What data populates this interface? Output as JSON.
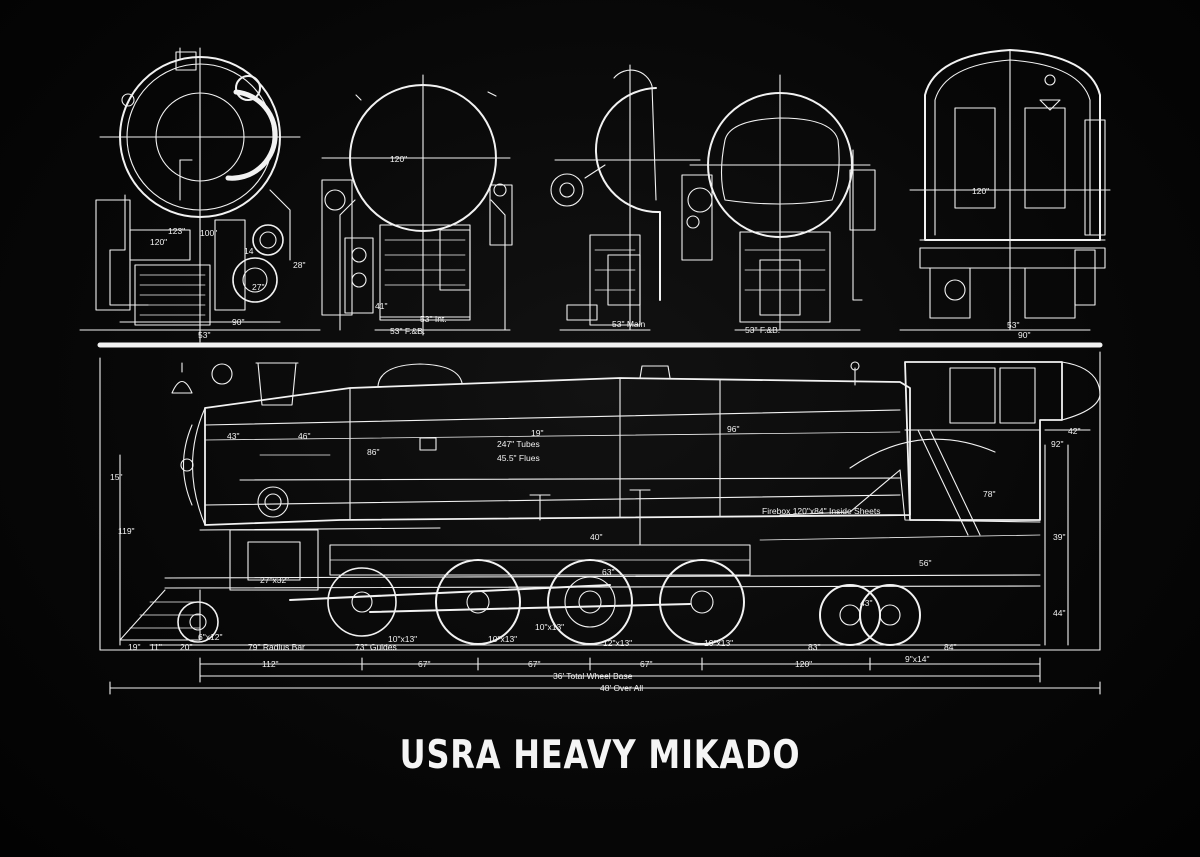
{
  "title": "USRA HEAVY MIKADO",
  "colors": {
    "background": "#050505",
    "lines": "#f2f2f2"
  },
  "end_views": {
    "view1": [
      "123\"",
      "120\"",
      "100\"",
      "14",
      "28\"",
      "27\"",
      "90\"",
      "53\""
    ],
    "view2": [
      "120\"",
      "41\"",
      "53\" Int.",
      "53\" F.&B."
    ],
    "view3": [
      "53\" Main"
    ],
    "view4": [
      "53\" F.&B."
    ],
    "view5": [
      "120\"",
      "53\"",
      "90\""
    ]
  },
  "side_view": {
    "boiler": {
      "flue_dim": "19\"",
      "tubes": "247\" Tubes",
      "flues": "45.5\" Flues"
    },
    "firebox": "Firebox 120\"x84\" Inside Sheets",
    "dims": {
      "d43": "43\"",
      "d46": "46\"",
      "d86": "86\"",
      "d96": "96\"",
      "d42": "42\"",
      "d92": "92\"",
      "d78": "78\"",
      "d39": "39\"",
      "d44": "44\"",
      "d15": "15\"",
      "d119": "119\"",
      "d40": "40\"",
      "d63": "63\"",
      "d56": "56\"",
      "d43b": "43\""
    },
    "cylinder": "27\"x32\"",
    "bottom_labels": {
      "d19": "19\"",
      "d11": "11\"",
      "d20": "20\"",
      "d6x12": "6\"x12\"",
      "radius_bar": "79\" Radius Bar",
      "guides": "73\" Guides",
      "d10x13a": "10\"x13\"",
      "d10x13b": "10\"x13\"",
      "d10x13c": "10\"x13\"",
      "d12x13": "12\"x13\"",
      "d10x13d": "10\"x13\"",
      "d83": "83\"",
      "d9x14": "9\"x14\"",
      "d84": "84\""
    },
    "spacing": {
      "d112": "112\"",
      "d67a": "67\"",
      "d67b": "67\"",
      "d67c": "67\"",
      "d120": "120\""
    },
    "total_wheel_base": "36' Total Wheel Base",
    "over_all": "48' Over All"
  }
}
